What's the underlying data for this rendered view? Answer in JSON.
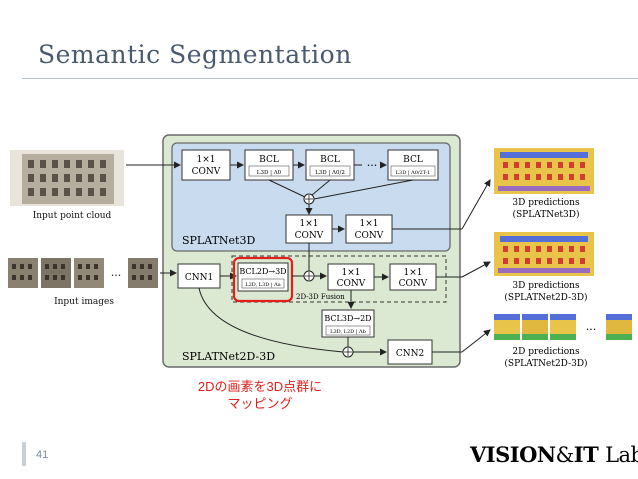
{
  "slide": {
    "title": "Semantic Segmentation",
    "page_number": "41",
    "logo_main": "VISION",
    "logo_amp": "&",
    "logo_it": "IT",
    "logo_lab": "Lab",
    "caption_line1": "2Dの画素を3D点群に",
    "caption_line2": "マッピング"
  },
  "diagram": {
    "input_point_cloud": "Input point cloud",
    "input_images": "Input images",
    "conv1x1": "1×1",
    "conv": "CONV",
    "bcl": "BCL",
    "bcl_sub1": "L3D | Λ0",
    "bcl_sub2": "L3D | Λ0/2",
    "bcl_sub3": "L3D | Λ0/2T-1",
    "splatnet3d": "SPLATNet3D",
    "splatnet2d3d": "SPLATNet2D-3D",
    "cnn1": "CNN1",
    "cnn2": "CNN2",
    "bcl_2d_3d": "BCL2D→3D",
    "bcl_2d_3d_sub": "L2D, L3D | Λa",
    "bcl_3d_2d": "BCL3D→2D",
    "bcl_3d_2d_sub": "L3D, L2D | Λb",
    "fusion": "2D-3D Fusion",
    "pred1_l1": "3D predictions",
    "pred1_l2": "(SPLATNet3D)",
    "pred2_l1": "3D predictions",
    "pred2_l2": "(SPLATNet2D-3D)",
    "pred3_l1": "2D predictions",
    "pred3_l2": "(SPLATNet2D-3D)",
    "ellipsis": "...",
    "colors": {
      "panel_green": "#dbe8d2",
      "panel_blue": "#c8dbef",
      "highlight_red": "#e0201c",
      "title_color": "#4a5a6e"
    }
  }
}
